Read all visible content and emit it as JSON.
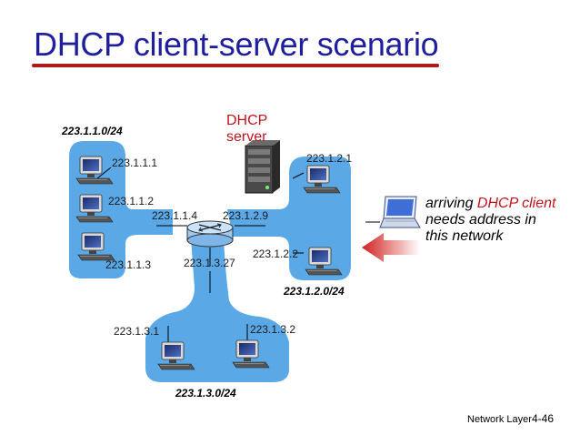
{
  "title": "DHCP client-server scenario",
  "server_label": {
    "line1": "DHCP",
    "line2": "server"
  },
  "subnets": {
    "s1": "223.1.1.0/24",
    "s2": "223.1.2.0/24",
    "s3": "223.1.3.0/24"
  },
  "addresses": {
    "h111": "223.1.1.1",
    "h112": "223.1.1.2",
    "h113": "223.1.1.3",
    "r114": "223.1.1.4",
    "r129": "223.1.2.9",
    "r1327": "223.1.3.27",
    "h121": "223.1.2.1",
    "h122": "223.1.2.2",
    "h131": "223.1.3.1",
    "h132": "223.1.3.2"
  },
  "client_note": {
    "part1": "arriving ",
    "part2": "DHCP client",
    "part3": " needs address in this network"
  },
  "footer": {
    "text": "Network Layer",
    "page": "4-46"
  },
  "colors": {
    "title": "#1f1f9e",
    "accent_red": "#c0141b",
    "network_blob": "#5aa9e6"
  }
}
